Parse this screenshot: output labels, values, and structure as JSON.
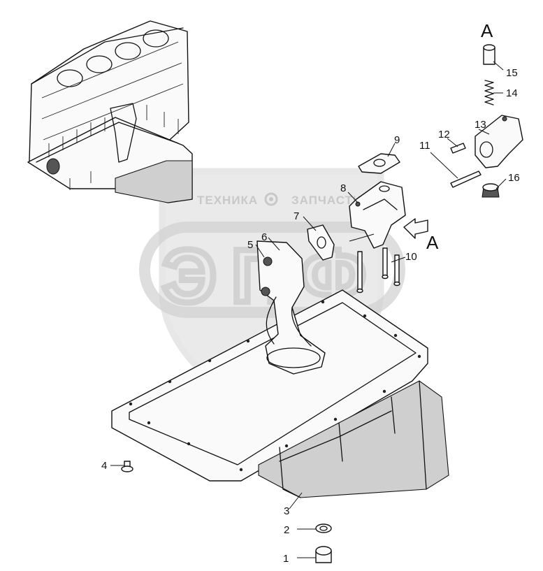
{
  "diagram": {
    "view_label_top": "A",
    "view_label_arrow": "A",
    "callouts": [
      "1",
      "2",
      "3",
      "4",
      "5",
      "6",
      "7",
      "8",
      "9",
      "10",
      "11",
      "12",
      "13",
      "14",
      "15",
      "16"
    ]
  },
  "watermark": {
    "brand_left": "ТЕХНИКА",
    "brand_right": "ЗАПЧАСТИ",
    "logo_letters": "ЭПФ"
  }
}
